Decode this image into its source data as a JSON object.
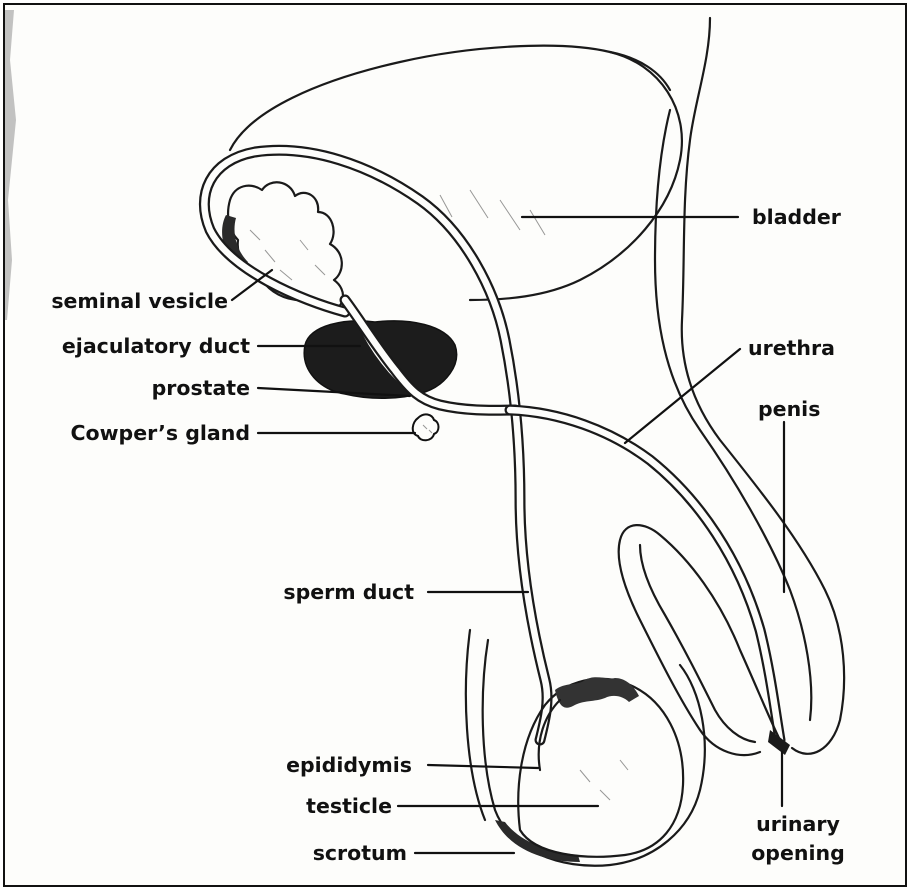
{
  "diagram": {
    "labels": {
      "bladder": "bladder",
      "seminal_vesicle": "seminal vesicle",
      "ejaculatory_duct": "ejaculatory duct",
      "urethra": "urethra",
      "prostate": "prostate",
      "penis": "penis",
      "cowpers_gland": "Cowper’s gland",
      "sperm_duct": "sperm duct",
      "epididymis": "epididymis",
      "testicle": "testicle",
      "urinary_opening_line1": "urinary",
      "urinary_opening_line2": "opening",
      "scrotum": "scrotum"
    }
  }
}
